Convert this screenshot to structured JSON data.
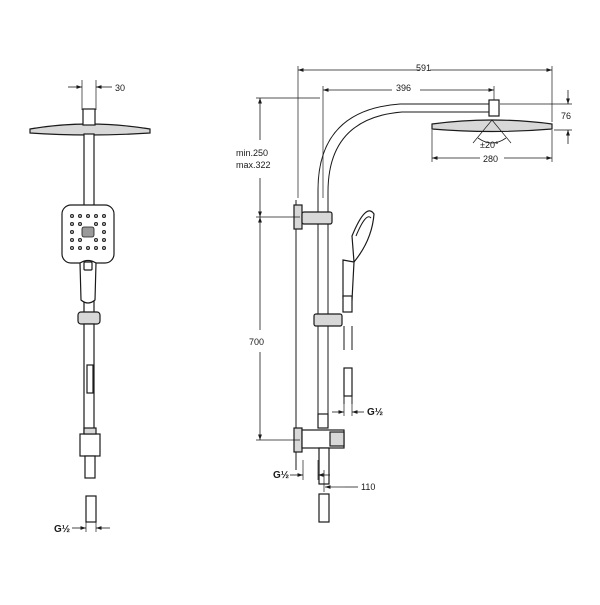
{
  "dimensions": {
    "head_thickness": "30",
    "overall_reach": "591",
    "arm_reach": "396",
    "head_height": "76",
    "head_diameter": "280",
    "tilt_angle": "±20°",
    "height_min": "min.250",
    "height_max": "max.322",
    "rail_length": "700",
    "bracket_offset": "110"
  },
  "thread_labels": {
    "side_view_inlet": "G½",
    "hose_connection": "G½",
    "wall_inlet": "G½"
  }
}
